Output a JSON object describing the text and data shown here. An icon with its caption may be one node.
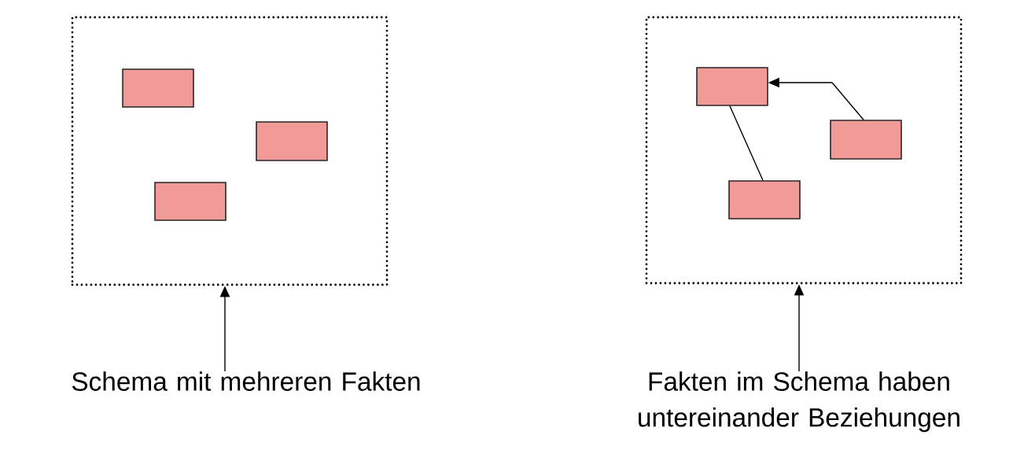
{
  "diagram": {
    "nodes": [
      {
        "text": [],
        "shape": "box"
      },
      {
        "text": [],
        "shape": "box",
        "in": 0
      },
      {
        "text": [],
        "shape": "box",
        "in": 0
      },
      {
        "text": [],
        "shape": "box",
        "in": 0
      },
      {
        "text": [
          "Schema mit mehreren Fakten"
        ]
      },
      {
        "text": [],
        "shape": "box"
      },
      {
        "text": [],
        "shape": "box",
        "in": 5
      },
      {
        "text": [],
        "shape": "box",
        "in": 5
      },
      {
        "text": [],
        "shape": "box",
        "in": 5
      },
      {
        "text": [
          "Fakten im Schema haben untereinander Beziehungen"
        ]
      }
    ],
    "edges": [
      {
        "from": 4,
        "to": 0,
        "arrow": "to"
      },
      {
        "from": 7,
        "to": 6,
        "arrow": "to"
      },
      {
        "from": 6,
        "to": 8,
        "arrow": "none"
      },
      {
        "from": 9,
        "to": 5,
        "arrow": "to"
      }
    ]
  }
}
